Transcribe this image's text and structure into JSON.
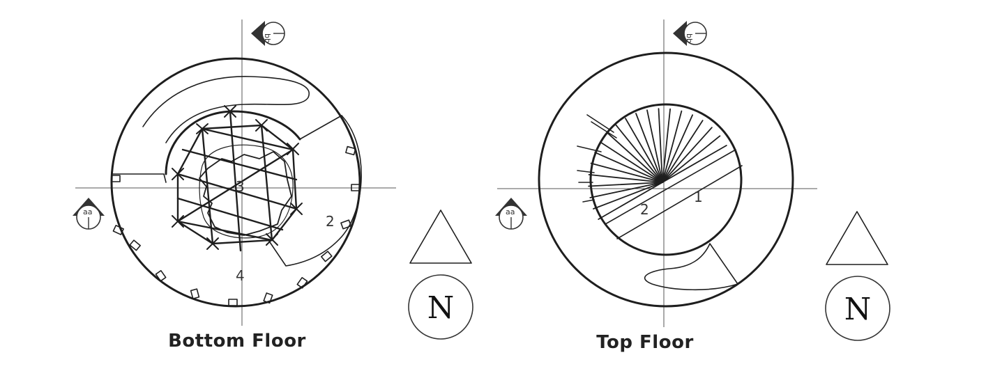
{
  "drawings": [
    {
      "title": "Bottom Floor",
      "rooms": [
        "3",
        "2",
        "4"
      ],
      "section_markers": [
        "bb",
        "aa"
      ],
      "north_label": "N"
    },
    {
      "title": "Top Floor",
      "rooms": [
        "1",
        "2"
      ],
      "section_markers": [
        "bb",
        "aa"
      ],
      "north_label": "N"
    }
  ]
}
